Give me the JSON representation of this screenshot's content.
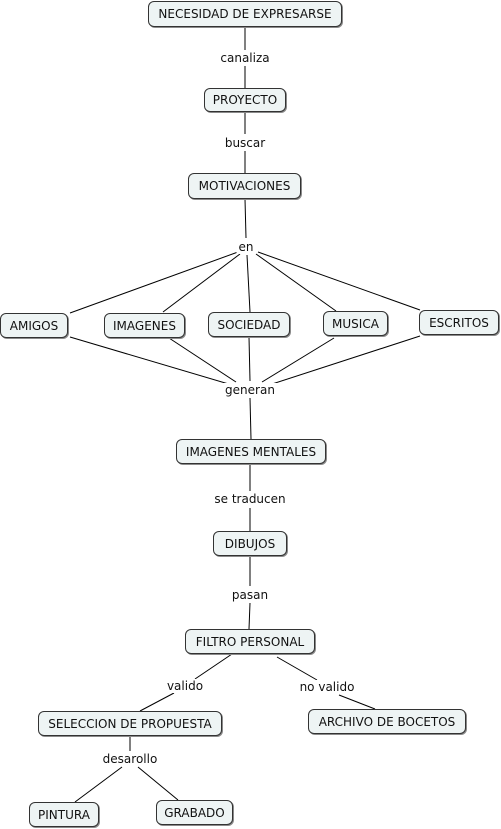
{
  "nodes": {
    "necesidad": "NECESIDAD DE EXPRESARSE",
    "proyecto": "PROYECTO",
    "motivaciones": "MOTIVACIONES",
    "amigos": "AMIGOS",
    "imagenes": "IMAGENES",
    "sociedad": "SOCIEDAD",
    "musica": "MUSICA",
    "escritos": "ESCRITOS",
    "imagenes_mentales": "IMAGENES MENTALES",
    "dibujos": "DIBUJOS",
    "filtro": "FILTRO PERSONAL",
    "seleccion": "SELECCION DE PROPUESTA",
    "archivo": "ARCHIVO DE BOCETOS",
    "pintura": "PINTURA",
    "grabado": "GRABADO"
  },
  "links": {
    "canaliza": "canaliza",
    "buscar": "buscar",
    "en": "en",
    "generan": "generan",
    "se_traducen": "se traducen",
    "pasan": "pasan",
    "valido": "valido",
    "no_valido": "no valido",
    "desarollo": "desarollo"
  },
  "colors": {
    "node_fill": "#eef4f4",
    "node_border": "#333333",
    "edge": "#000000"
  }
}
